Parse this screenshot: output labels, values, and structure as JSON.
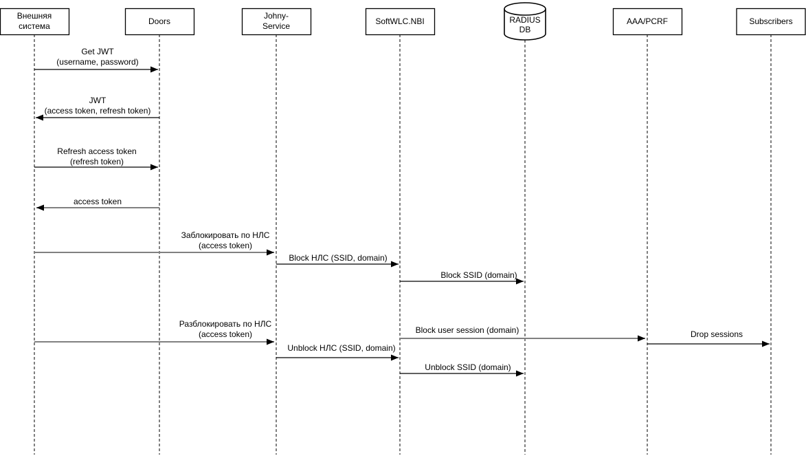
{
  "diagram": {
    "type": "sequence-diagram",
    "colors": {
      "background": "#ffffff",
      "line": "#000000",
      "secondary_line": "#808080"
    },
    "participants": [
      {
        "id": "external-system",
        "shape": "box",
        "lines": [
          "Внешняя",
          "система"
        ]
      },
      {
        "id": "doors",
        "shape": "box",
        "lines": [
          "Doors"
        ]
      },
      {
        "id": "johny-service",
        "shape": "box",
        "lines": [
          "Johny-",
          "Service"
        ]
      },
      {
        "id": "softwlc-nbi",
        "shape": "box",
        "lines": [
          "SoftWLC.NBI"
        ]
      },
      {
        "id": "radius-db",
        "shape": "cylinder",
        "lines": [
          "RADIUS",
          "DB"
        ]
      },
      {
        "id": "aaa-pcrf",
        "shape": "box",
        "lines": [
          "AAA/PCRF"
        ]
      },
      {
        "id": "subscribers",
        "shape": "box",
        "lines": [
          "Subscribers"
        ]
      }
    ],
    "messages": [
      {
        "from": "external-system",
        "to": "doors",
        "style": "black",
        "lines": [
          "Get JWT",
          "(username, password)"
        ]
      },
      {
        "from": "doors",
        "to": "external-system",
        "style": "black",
        "lines": [
          "JWT",
          "(access token, refresh token)"
        ]
      },
      {
        "from": "external-system",
        "to": "doors",
        "style": "black",
        "lines": [
          "Refresh access token",
          "(refresh token)"
        ]
      },
      {
        "from": "doors",
        "to": "external-system",
        "style": "gray",
        "lines": [
          "access token"
        ]
      },
      {
        "from": "external-system",
        "to": "johny-service",
        "style": "gray",
        "lines": [
          "Заблокировать по НЛС",
          "(access token)"
        ]
      },
      {
        "from": "johny-service",
        "to": "softwlc-nbi",
        "style": "black",
        "lines": [
          "Block НЛС (SSID, domain)"
        ]
      },
      {
        "from": "softwlc-nbi",
        "to": "radius-db",
        "style": "black",
        "lines": [
          "Block SSID (domain)"
        ]
      },
      {
        "from": "external-system",
        "to": "johny-service",
        "style": "gray",
        "lines": [
          "Разблокировать по НЛС",
          "(access token)"
        ]
      },
      {
        "from": "softwlc-nbi",
        "to": "aaa-pcrf",
        "style": "gray",
        "lines": [
          "Block user session (domain)"
        ]
      },
      {
        "from": "aaa-pcrf",
        "to": "subscribers",
        "style": "black",
        "lines": [
          "Drop sessions"
        ]
      },
      {
        "from": "johny-service",
        "to": "softwlc-nbi",
        "style": "black",
        "lines": [
          "Unblock НЛС (SSID, domain)"
        ]
      },
      {
        "from": "softwlc-nbi",
        "to": "radius-db",
        "style": "black",
        "lines": [
          "Unblock SSID (domain)"
        ]
      }
    ]
  }
}
